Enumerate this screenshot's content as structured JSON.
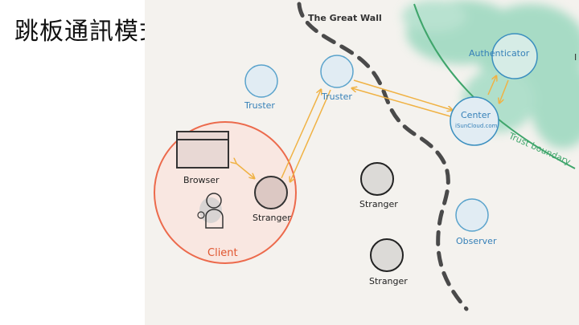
{
  "slide": {
    "title": "跳板通訊模式",
    "stray_mark": "I"
  },
  "labels": {
    "great_wall": "The  Great  Wall",
    "trust_boundary": "Trust boundary",
    "authenticator": "Authenticator",
    "center": "Center",
    "center_domain": "iSunCloud.com",
    "truster_left": "Truster",
    "truster_right": "Truster",
    "browser": "Browser",
    "stranger_client": "Stranger",
    "client": "Client",
    "stranger_mid": "Stranger",
    "stranger_bottom": "Stranger",
    "observer": "Observer"
  },
  "colors": {
    "canvas": "#f4f2ee",
    "blue_node": "#e1ecf3",
    "blue_stroke": "#3b8fbf",
    "blue_text": "#3580b8",
    "green_cloud": "#8ed4b8",
    "green_boundary": "#3fa56b",
    "client_ring": "#ec6a4c",
    "client_text": "#e0552f",
    "arrow": "#f0b244",
    "wall": "#4a4a4a"
  }
}
